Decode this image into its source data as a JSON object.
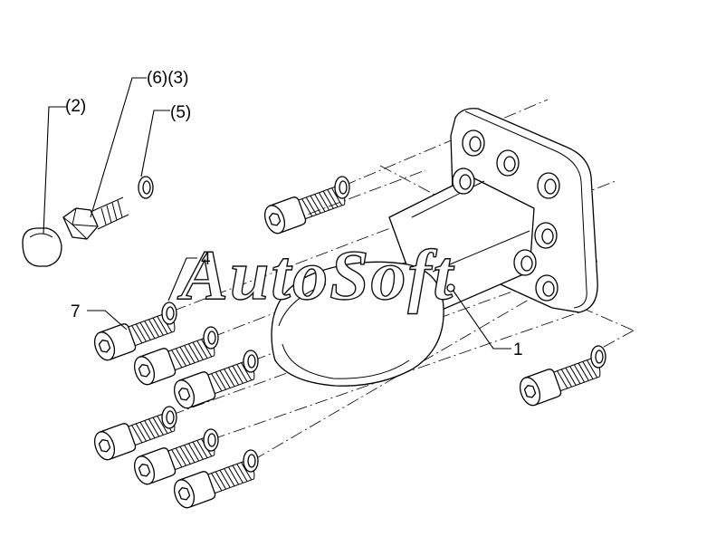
{
  "watermark": "AutoSoft",
  "callouts": {
    "c1": "1",
    "c4": "4",
    "c7": "7",
    "c2": "(2)",
    "c5": "(5)",
    "c63": "(6)(3)"
  }
}
